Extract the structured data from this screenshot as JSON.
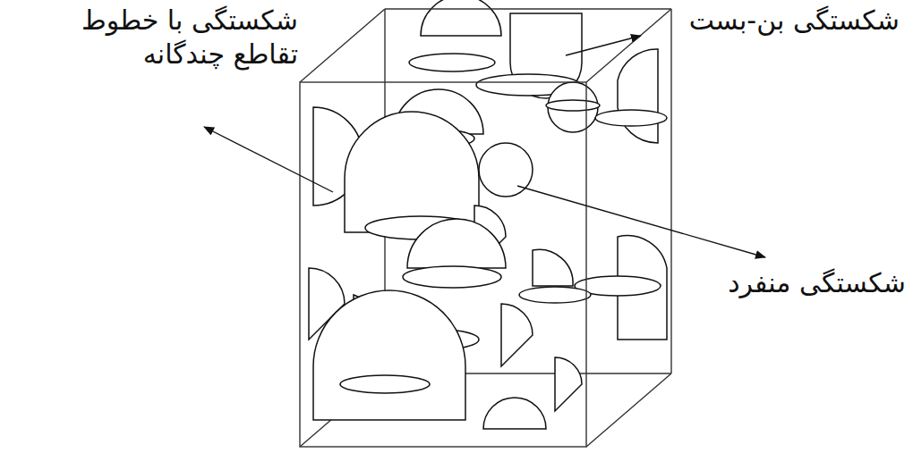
{
  "diagram": {
    "labels": [
      "شکستگی با خطوط تقاطع چندگانه",
      "شکستگی بن-بست",
      "شکستگی منفرد"
    ]
  }
}
